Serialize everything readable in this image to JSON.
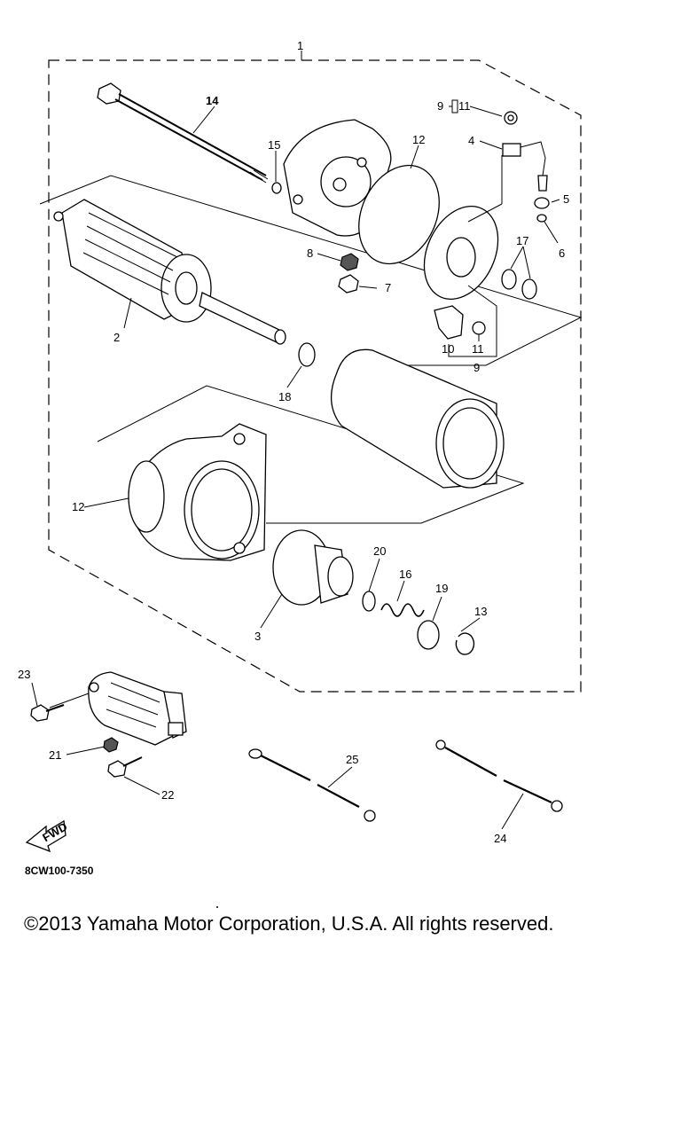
{
  "callouts": {
    "c1": "1",
    "c2": "2",
    "c3": "3",
    "c4": "4",
    "c5": "5",
    "c6": "6",
    "c7": "7",
    "c8": "8",
    "c9a": "9",
    "c9b": "9",
    "c10": "10",
    "c11": "11",
    "c11b": "11",
    "c12a": "12",
    "c12b": "12",
    "c13": "13",
    "c14": "14",
    "c15": "15",
    "c16": "16",
    "c17": "17",
    "c18": "18",
    "c19": "19",
    "c20": "20",
    "c21": "21",
    "c22": "22",
    "c23": "23",
    "c24": "24",
    "c25": "25"
  },
  "fwd_label": "FWD",
  "ref_code": "8CW100-7350",
  "copyright": "©2013 Yamaha Motor Corporation, U.S.A. All rights reserved."
}
